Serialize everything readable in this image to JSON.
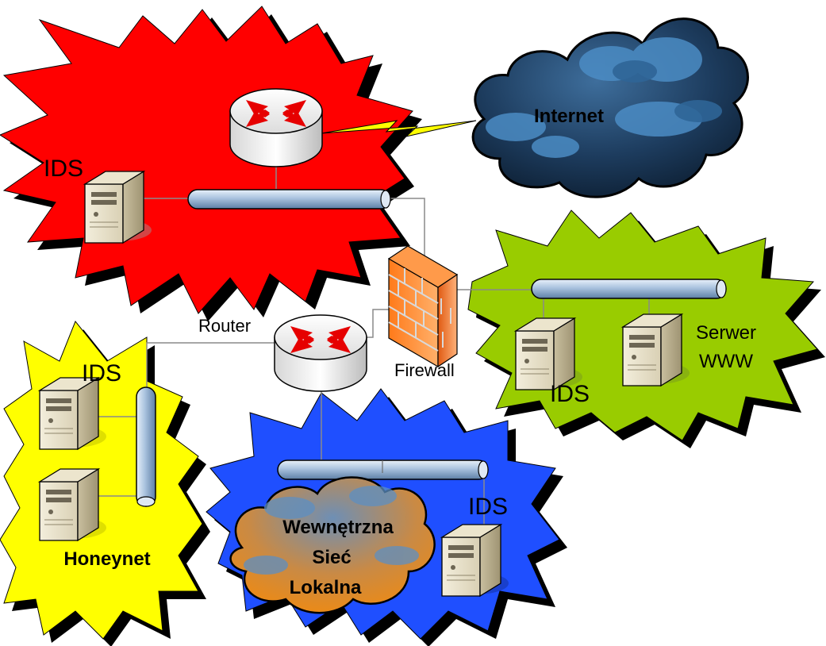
{
  "labels": {
    "ids_red": "IDS",
    "ids_yellow": "IDS",
    "ids_green": "IDS",
    "ids_blue": "IDS",
    "internet": "Internet",
    "router": "Router",
    "firewall": "Firewall",
    "server_www_line1": "Serwer",
    "server_www_line2": "WWW",
    "honeynet": "Honeynet",
    "lan_line1": "Wewnętrzna",
    "lan_line2": "Sieć",
    "lan_line3": "Lokalna"
  },
  "colors": {
    "red_zone": "#ff0000",
    "yellow_zone": "#ffff00",
    "green_zone": "#99cc00",
    "blue_zone": "#1f4fff",
    "zone_shadow": "#000000",
    "internet_cloud": "#1f3a5a",
    "lan_cloud": "#e08a1e",
    "bus_pipe": "#9fb9d6",
    "link_line": "#8a8a8a",
    "lightning": "#ffff00"
  },
  "icons": [
    "router-icon",
    "firewall-icon",
    "server-icon",
    "cloud-icon",
    "lightning-bolt-icon",
    "bus-pipe-icon"
  ]
}
